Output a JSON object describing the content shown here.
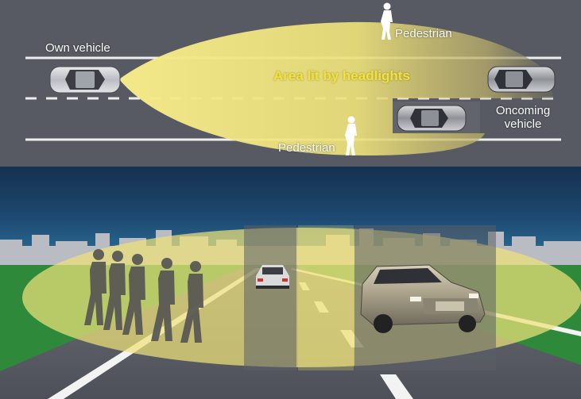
{
  "labels": {
    "own_vehicle": "Own vehicle",
    "pedestrian_top": "Pedestrian",
    "pedestrian_bottom": "Pedestrian",
    "oncoming_vehicle_line1": "Oncoming",
    "oncoming_vehicle_line2": "vehicle",
    "area_lit": "Area lit by headlights"
  },
  "colors": {
    "road": "#575a63",
    "beam": "#efe27a",
    "lit_text": "#f2e33a",
    "sky": "#1f3f66",
    "grass": "#2e8a3a"
  }
}
